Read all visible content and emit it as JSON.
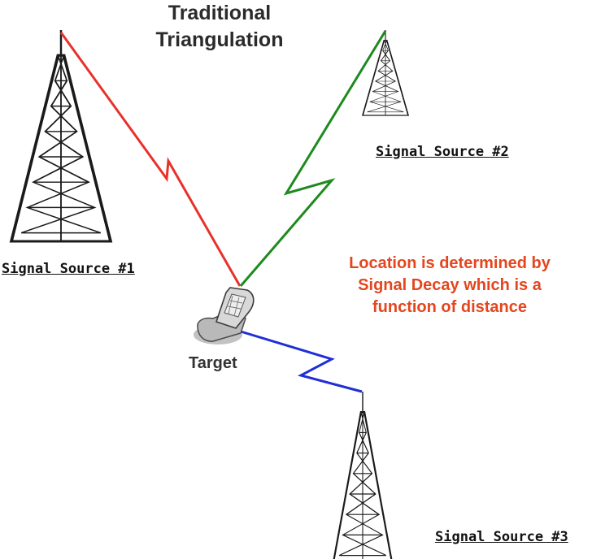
{
  "diagram": {
    "title_line1": "Traditional",
    "title_line2": "Triangulation",
    "sources": [
      {
        "label": "Signal Source #1"
      },
      {
        "label": "Signal Source #2"
      },
      {
        "label": "Signal Source #3"
      }
    ],
    "target_label": "Target",
    "note_line1": "Location is determined by",
    "note_line2": "Signal Decay which is a",
    "note_line3": "function of distance",
    "colors": {
      "signal_1": "#e8312a",
      "signal_2": "#1e8a1e",
      "signal_3": "#1f2fd6",
      "note_text": "#e4461e",
      "tower": "#1a1a1a"
    },
    "icons": [
      "tower-icon",
      "phone-icon"
    ]
  }
}
